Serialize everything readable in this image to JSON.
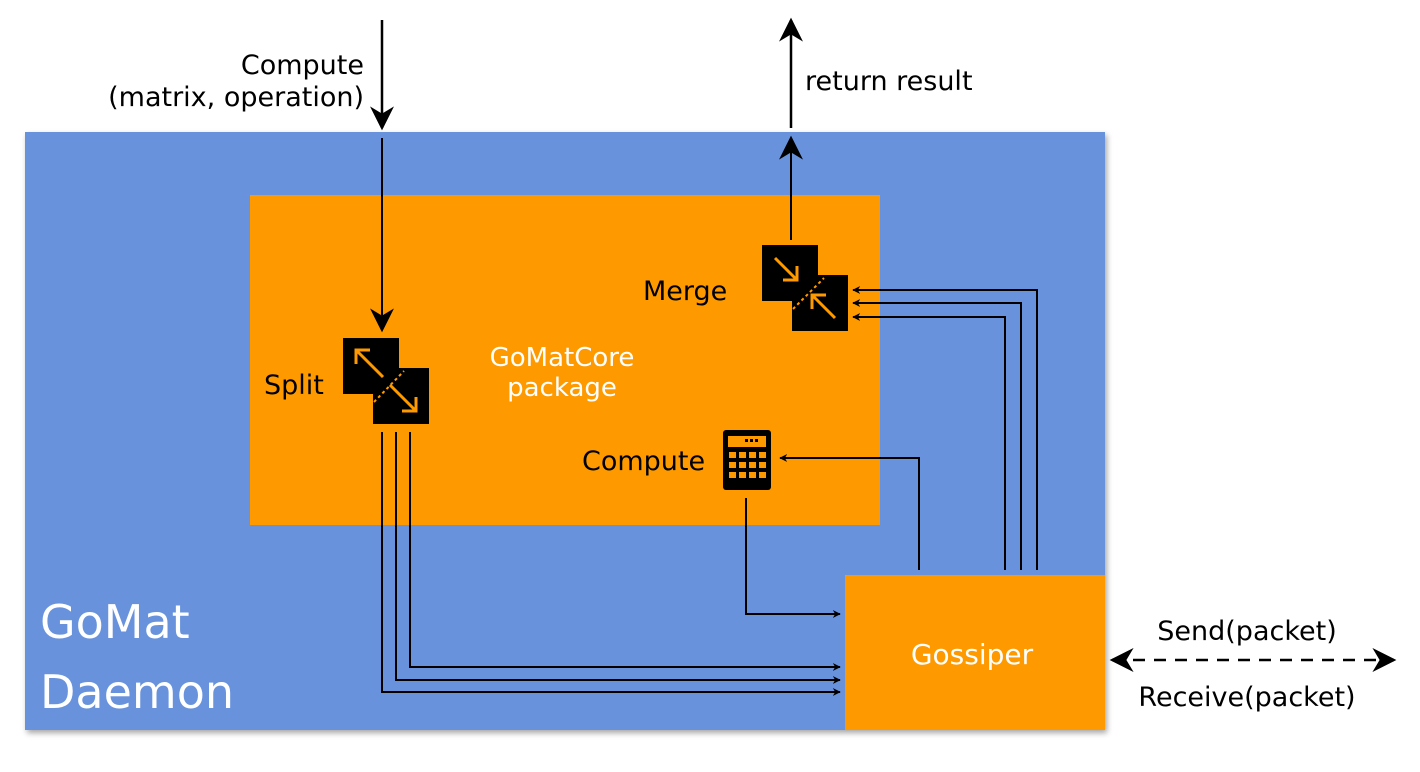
{
  "inputs": {
    "compute_line1": "Compute",
    "compute_line2": "(matrix, operation)",
    "return_label": "return result"
  },
  "daemon": {
    "label_line1": "GoMat",
    "label_line2": "Daemon",
    "color": "#6893dc"
  },
  "core": {
    "label_line1": "GoMatCore",
    "label_line2": "package",
    "color": "#fe9a00"
  },
  "components": {
    "split": "Split",
    "merge": "Merge",
    "compute": "Compute",
    "gossiper": "Gossiper"
  },
  "network": {
    "send": "Send(packet)",
    "receive": "Receive(packet)"
  },
  "icons": {
    "split": "split-arrows-icon",
    "merge": "merge-arrows-icon",
    "compute": "calculator-icon"
  }
}
